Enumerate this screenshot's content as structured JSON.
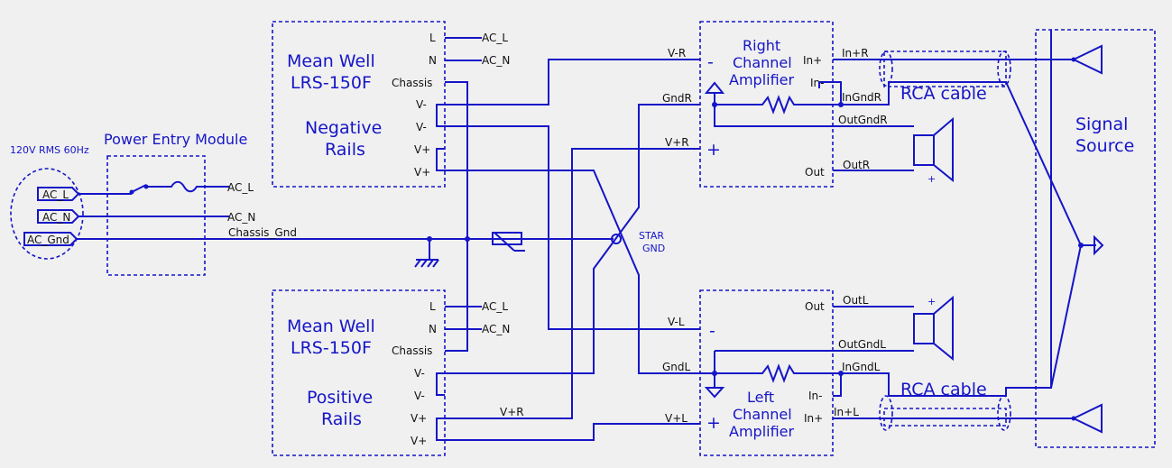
{
  "mains_label": "120V RMS 60Hz",
  "pem": {
    "title": "Power Entry Module",
    "pins": [
      "AC_L",
      "AC_N",
      "AC_Gnd"
    ]
  },
  "wire_labels": {
    "ac_l": "AC_L",
    "ac_n": "AC_N",
    "chassis_gnd": "Chassis_Gnd"
  },
  "psu_neg": {
    "name_line1": "Mean Well",
    "name_line2": "LRS-150F",
    "role_line1": "Negative",
    "role_line2": "Rails",
    "pins": [
      "L",
      "N",
      "Chassis",
      "V-",
      "V-",
      "V+",
      "V+"
    ],
    "net_labels": [
      "AC_L",
      "AC_N"
    ]
  },
  "psu_pos": {
    "name_line1": "Mean Well",
    "name_line2": "LRS-150F",
    "role_line1": "Positive",
    "role_line2": "Rails",
    "pins": [
      "L",
      "N",
      "Chassis",
      "V-",
      "V-",
      "V+",
      "V+"
    ],
    "net_labels": [
      "AC_L",
      "AC_N"
    ]
  },
  "star_gnd": {
    "line1": "STAR",
    "line2": "GND"
  },
  "amp_right": {
    "title_lines": [
      "Right",
      "Channel",
      "Amplifier"
    ],
    "minus": "-",
    "plus": "+",
    "pins": {
      "in_plus": "In+",
      "in_minus": "In-",
      "out": "Out"
    },
    "nets": {
      "v_minus": "V-R",
      "gnd": "GndR",
      "v_plus": "V+R",
      "in_plus": "In+R",
      "in_gnd": "InGndR",
      "out_gnd": "OutGndR",
      "out": "OutR"
    }
  },
  "amp_left": {
    "title_lines": [
      "Left",
      "Channel",
      "Amplifier"
    ],
    "minus": "-",
    "plus": "+",
    "pins": {
      "in_plus": "In+",
      "in_minus": "In-",
      "out": "Out"
    },
    "nets": {
      "v_minus": "V-L",
      "gnd": "GndL",
      "v_plus": "V+L",
      "in_plus": "In+L",
      "in_gnd": "InGndL",
      "out_gnd": "OutGndL",
      "out": "OutL"
    }
  },
  "vplus_r_bottom": "V+R",
  "speaker_plus": "+",
  "rca": {
    "right": "RCA cable",
    "left": "RCA cable"
  },
  "signal_source": {
    "line1": "Signal",
    "line2": "Source"
  }
}
